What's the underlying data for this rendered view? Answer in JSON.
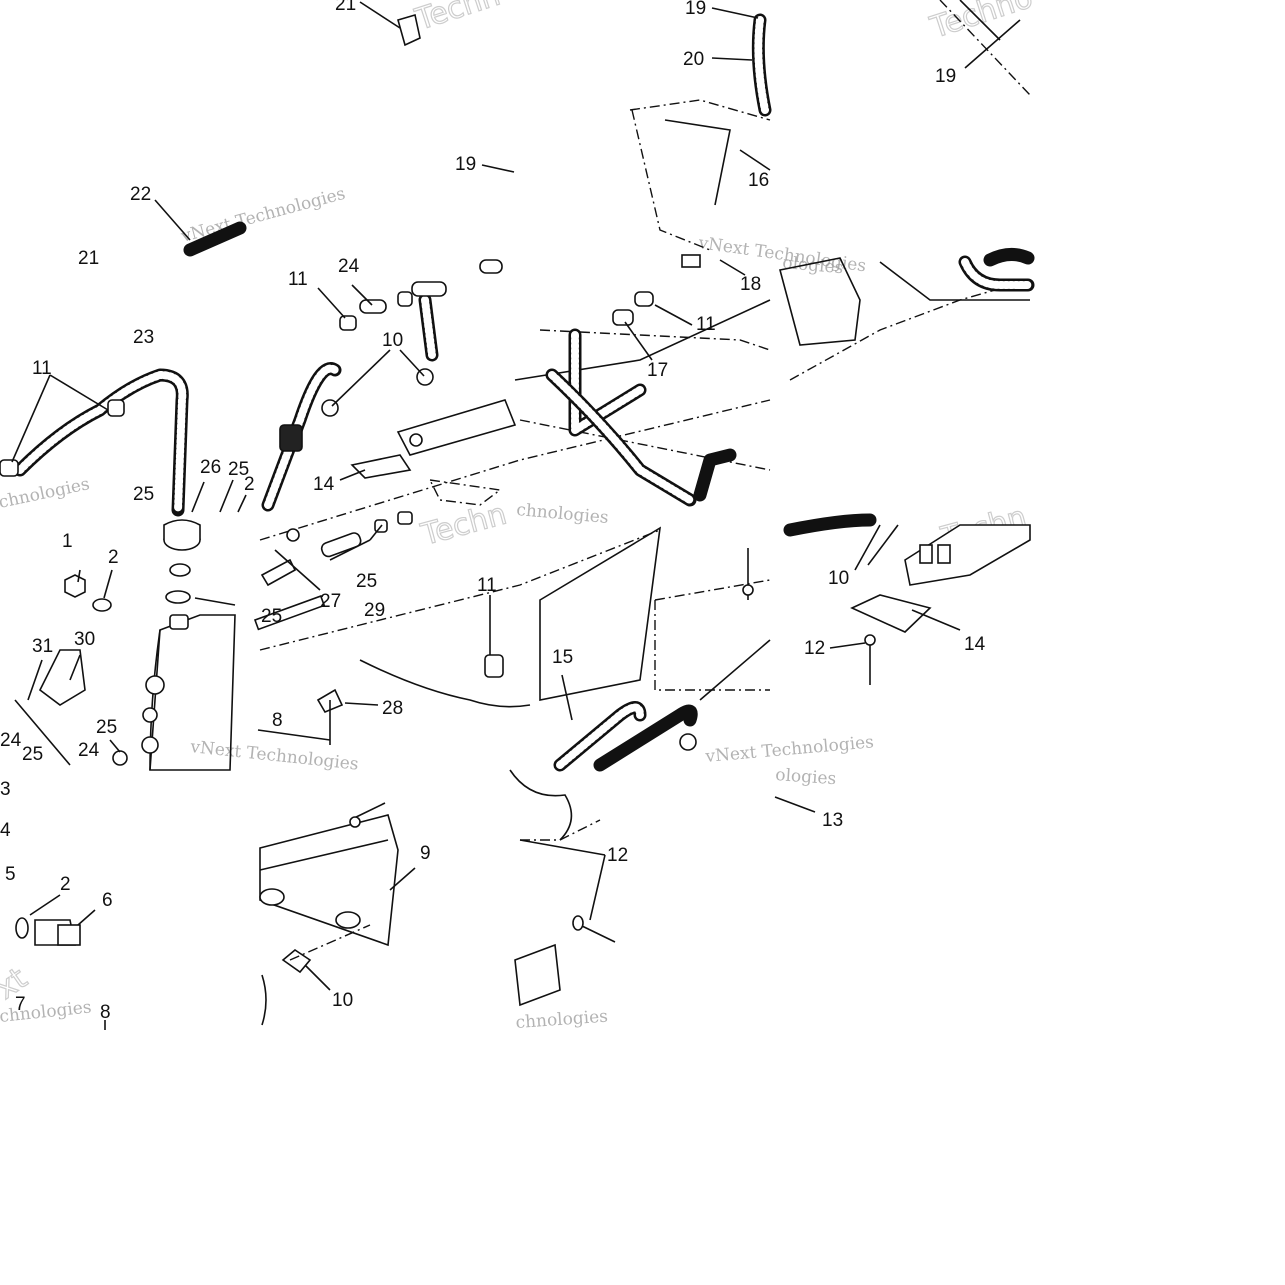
{
  "callouts": {
    "c1": "21",
    "c2": "19",
    "c3": "20",
    "c4": "19",
    "c5": "19",
    "c6": "16",
    "c7": "22",
    "c8": "18",
    "c9": "21",
    "c10": "11",
    "c11": "24",
    "c12": "10",
    "c13": "11",
    "c14": "17",
    "c15": "11",
    "c16": "23",
    "c17": "14",
    "c18": "26",
    "c19": "25",
    "c20": "25",
    "c21": "2",
    "c22": "1",
    "c23": "2",
    "c24": "25",
    "c25": "27",
    "c26": "25",
    "c27": "29",
    "c28": "11",
    "c29": "15",
    "c30": "10",
    "c31": "14",
    "c32": "12",
    "c33": "31",
    "c34": "30",
    "c35": "25",
    "c36": "8",
    "c37": "28",
    "c38": "24",
    "c39": "25",
    "c40": "24",
    "c41": "3",
    "c42": "13",
    "c43": "5",
    "c44": "2",
    "c45": "6",
    "c46": "9",
    "c47": "12",
    "c48": "7",
    "c49": "8",
    "c50": "10",
    "c51": "4"
  },
  "watermark": {
    "brand": "vNext Technologies",
    "fragment_a": "Techno",
    "fragment_b": "chnologies",
    "fragment_c": "ologies",
    "fragment_d": "Techn",
    "fragment_e": "xt"
  }
}
